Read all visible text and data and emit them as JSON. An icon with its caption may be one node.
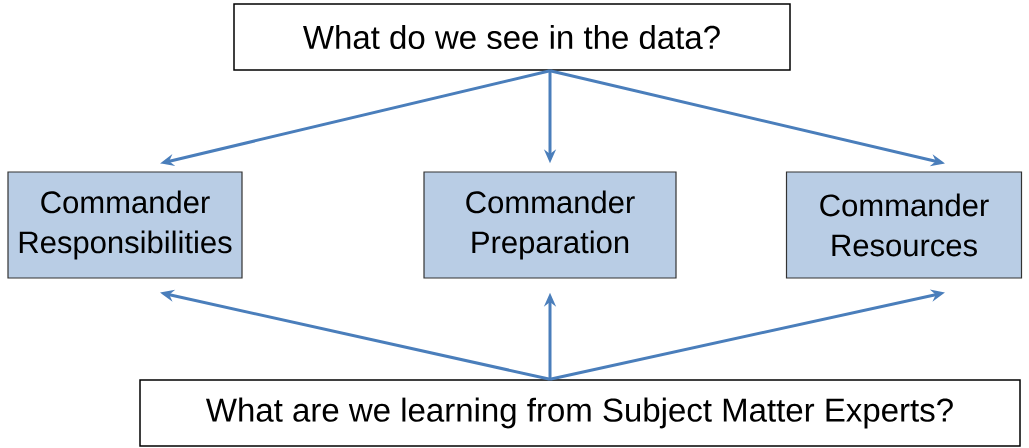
{
  "diagram": {
    "nodes": [
      {
        "text": [
          "What do we see in the data?"
        ]
      },
      {
        "text": [
          "Commander Responsibilities"
        ]
      },
      {
        "text": [
          "Commander Preparation"
        ]
      },
      {
        "text": [
          "Commander Resources"
        ]
      },
      {
        "text": [
          "What are we learning from Subject Matter Experts?"
        ]
      }
    ],
    "edges": [
      {
        "from": 0,
        "to": 1,
        "arrow": "to"
      },
      {
        "from": 0,
        "to": 2,
        "arrow": "to"
      },
      {
        "from": 0,
        "to": 3,
        "arrow": "to"
      },
      {
        "from": 4,
        "to": 1,
        "arrow": "to"
      },
      {
        "from": 4,
        "to": 2,
        "arrow": "to"
      },
      {
        "from": 4,
        "to": 3,
        "arrow": "to"
      }
    ]
  }
}
